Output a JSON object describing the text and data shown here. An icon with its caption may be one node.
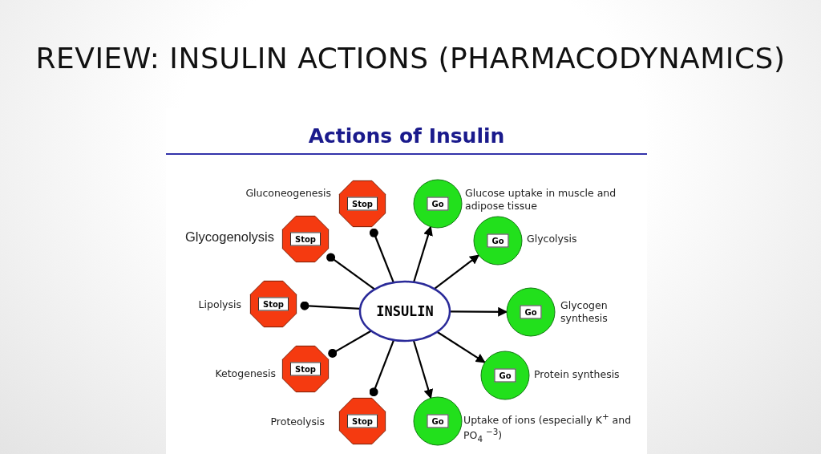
{
  "diagram": {
    "title": "REVIEW: INSULIN ACTIONS (PHARMACODYNAMICS)",
    "nodes": [
      {
        "text": [
          "INSULIN"
        ]
      },
      {
        "text": [
          "Stop"
        ],
        "beside": [
          "Gluconeogenesis"
        ]
      },
      {
        "text": [
          "Stop"
        ],
        "beside": [
          "Glycogenolysis"
        ]
      },
      {
        "text": [
          "Stop"
        ],
        "beside": [
          "Lipolysis"
        ]
      },
      {
        "text": [
          "Stop"
        ],
        "beside": [
          "Ketogenesis"
        ]
      },
      {
        "text": [
          "Stop"
        ],
        "beside": [
          "Proteolysis"
        ]
      },
      {
        "text": [
          "Go"
        ],
        "beside": [
          "Glucose uptake in muscle and adipose tissue"
        ]
      },
      {
        "text": [
          "Go"
        ],
        "beside": [
          "Glycolysis"
        ]
      },
      {
        "text": [
          "Go"
        ],
        "beside": [
          "Glycogen synthesis"
        ]
      },
      {
        "text": [
          "Go"
        ],
        "beside": [
          "Protein synthesis"
        ]
      },
      {
        "text": [
          "Go"
        ],
        "beside": [
          "Uptake of ions (especially K$^{+}$ and PO$_{4}$ $^{−3}$)"
        ]
      }
    ],
    "edges": [
      {
        "from": 0,
        "to": 1,
        "arrow": "other"
      },
      {
        "from": 0,
        "to": 2,
        "arrow": "other"
      },
      {
        "from": 0,
        "to": 3,
        "arrow": "other"
      },
      {
        "from": 0,
        "to": 4,
        "arrow": "other"
      },
      {
        "from": 0,
        "to": 5,
        "arrow": "other"
      },
      {
        "from": 0,
        "to": 6,
        "arrow": "to"
      },
      {
        "from": 0,
        "to": 7,
        "arrow": "to"
      },
      {
        "from": 0,
        "to": 8,
        "arrow": "to"
      },
      {
        "from": 0,
        "to": 9,
        "arrow": "to"
      },
      {
        "from": 0,
        "to": 10,
        "arrow": "to"
      }
    ],
    "labels": [
      "Actions of Insulin"
    ]
  }
}
